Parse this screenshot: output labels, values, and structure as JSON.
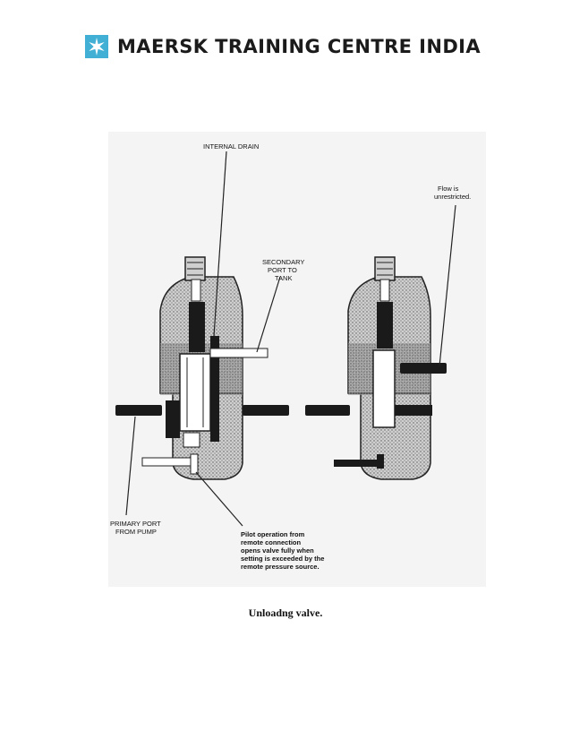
{
  "header": {
    "brand_text": "MAERSK TRAINING CENTRE INDIA",
    "logo_icon": "maersk-star-icon",
    "logo_color": "#42b0d5"
  },
  "figure": {
    "labels": {
      "internal_drain": "INTERNAL DRAIN",
      "secondary_port_line1": "SECONDARY",
      "secondary_port_line2": "PORT TO",
      "secondary_port_line3": "TANK",
      "flow_line1": "Flow is",
      "flow_line2": "unrestricted.",
      "primary_port_line1": "PRIMARY PORT",
      "primary_port_line2": "FROM PUMP",
      "pilot_line1": "Pilot operation from",
      "pilot_line2": "remote connection",
      "pilot_line3": "opens valve fully when",
      "pilot_line4": "setting is exceeded by the",
      "pilot_line5": "remote pressure source."
    }
  },
  "caption": "Unloadng valve."
}
